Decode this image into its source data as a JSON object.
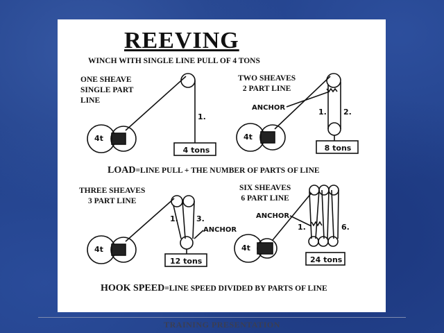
{
  "slide": {
    "title": "REEVING",
    "subtitle": "WINCH WITH SINGLE LINE PULL OF 4 TONS",
    "load_formula_lead": "LOAD",
    "load_formula_rest": "=LINE PULL + THE NUMBER OF PARTS OF LINE",
    "hook_formula_lead": "HOOK SPEED",
    "hook_formula_rest": "=LINE SPEED DIVIDED BY PARTS OF LINE"
  },
  "diagrams": {
    "one_sheave": {
      "caption": "ONE SHEAVE\nSINGLE PART\nLINE",
      "winch": "4t",
      "load": "4 tons",
      "parts": [
        "1."
      ]
    },
    "two_sheaves": {
      "caption": "TWO SHEAVES\n2 PART LINE",
      "winch": "4t",
      "load": "8 tons",
      "anchor": "ANCHOR",
      "parts": [
        "1.",
        "2."
      ]
    },
    "three_sheaves": {
      "caption": "THREE SHEAVES\n3 PART LINE",
      "winch": "4t",
      "load": "12 tons",
      "anchor": "ANCHOR",
      "parts": [
        "1.",
        "3."
      ]
    },
    "six_sheaves": {
      "caption": "SIX SHEAVES\n6 PART LINE",
      "winch": "4t",
      "load": "24 tons",
      "anchor": "ANCHOR",
      "parts": [
        "1.",
        "6."
      ]
    }
  },
  "footer": "TRAINING PRESENTATION",
  "colors": {
    "background": "#22418a",
    "slide": "#ffffff",
    "ink": "#111111"
  }
}
